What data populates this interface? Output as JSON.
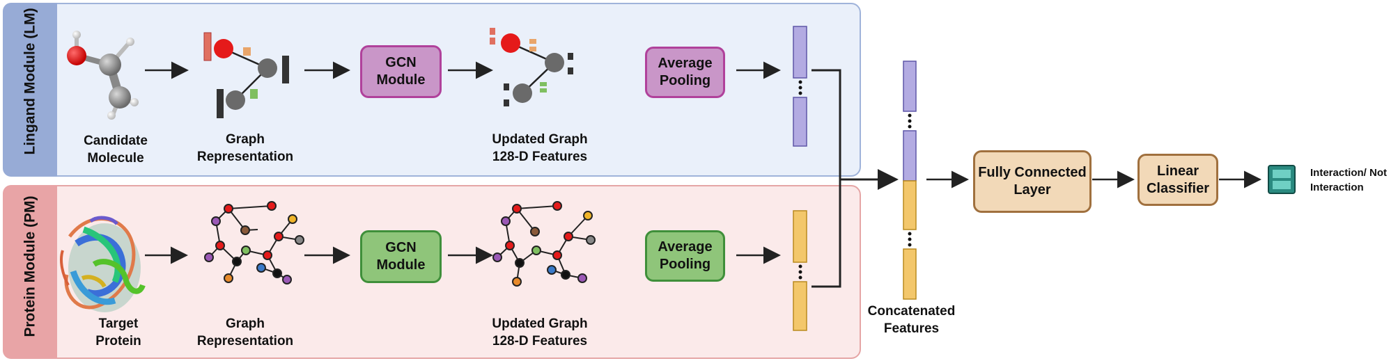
{
  "modules": {
    "ligand": {
      "label": "Lingand Module (LM)"
    },
    "protein": {
      "label": "Protein Module (PM)"
    }
  },
  "ligand_row": {
    "input_caption": "Candidate Molecule",
    "graph_caption": "Graph Representation",
    "gcn_label": "GCN Module",
    "updated_caption": "Updated Graph 128-D Features",
    "pooling_label": "Average Pooling"
  },
  "protein_row": {
    "input_caption": "Target Protein",
    "graph_caption": "Graph Representation",
    "gcn_label": "GCN Module",
    "updated_caption": "Updated Graph 128-D Features",
    "pooling_label": "Average Pooling"
  },
  "fusion": {
    "concat_caption": "Concatenated Features",
    "fc_label": "Fully Connected Layer",
    "classifier_label": "Linear Classifier",
    "output_label": "Interaction/ Not Interaction"
  },
  "colors": {
    "ligand_feature": "#b3abe2",
    "protein_feature": "#f3c76b",
    "gcn_ligand": "#c996c8",
    "gcn_protein": "#8fc57a",
    "fusion_box": "#f2d9b8",
    "output_icon": "#2a8a80"
  }
}
